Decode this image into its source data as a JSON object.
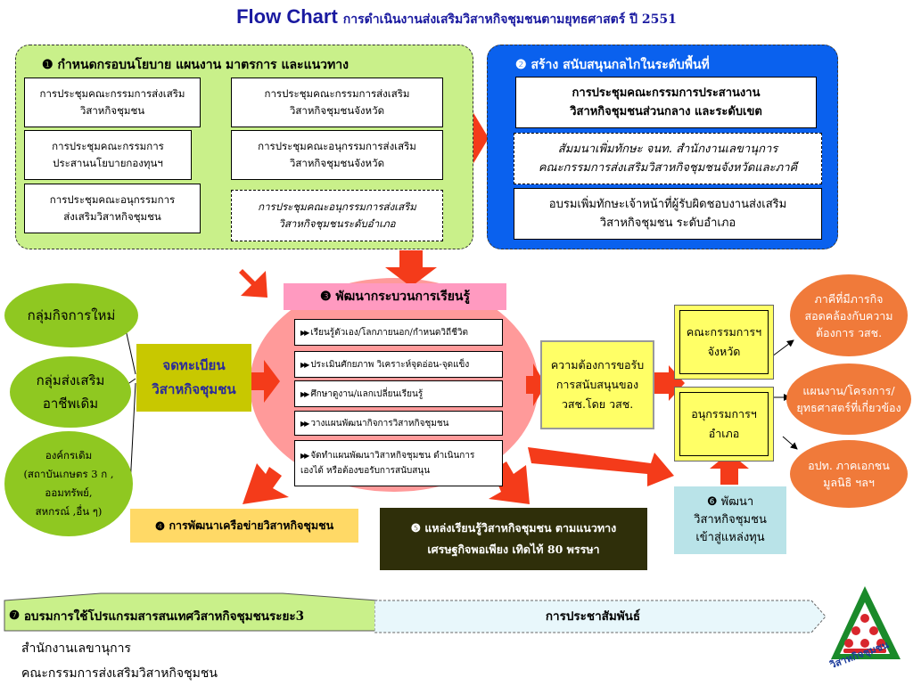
{
  "title": {
    "en": "Flow Chart",
    "th": "การดำเนินงานส่งเสริมวิสาหกิจชุมชนตามยุทธศาสตร์ ปี 2551"
  },
  "panel1": {
    "number": "❶",
    "title": "กำหนดกรอบนโยบาย แผนงาน มาตรการ และแนวทาง",
    "left": [
      {
        "l1": "การประชุมคณะกรรมการส่งเสริม",
        "l2": "วิสาหกิจชุมชน"
      },
      {
        "l1": "การประชุมคณะกรรมการ",
        "l2": "ประสานนโยบายกองทุนฯ"
      },
      {
        "l1": "การประชุมคณะอนุกรรมการ",
        "l2": "ส่งเสริมวิสาหกิจชุมชน"
      }
    ],
    "right": [
      {
        "l1": "การประชุมคณะกรรมการส่งเสริม",
        "l2": "วิสาหกิจชุมชนจังหวัด"
      },
      {
        "l1": "การประชุมคณะอนุกรรมการส่งเสริม",
        "l2": "วิสาหกิจชุมชนจังหวัด"
      },
      {
        "l1": "การประชุมคณะอนุกรรมการส่งเสริม",
        "l2": "วิสาหกิจชุมชนระดับอำเภอ"
      }
    ]
  },
  "panel2": {
    "number": "❷",
    "title": "สร้าง สนับสนุนกลไกในระดับพื้นที่",
    "boxes": [
      {
        "l1": "การประชุมคณะกรรมการประสานงาน",
        "l2": "วิสาหกิจชุมชนส่วนกลาง และระดับเขต"
      },
      {
        "l1": "สัมมนาเพิ่มทักษะ จนท. สำนักงานเลขานุการ",
        "l2": "คณะกรรมการส่งเสริมวิสาหกิจชุมชนจังหวัดและภาคี"
      },
      {
        "l1": "อบรมเพิ่มทักษะเจ้าหน้าที่ผู้รับผิดชอบงานส่งเสริม",
        "l2": "วิสาหกิจชุมชน ระดับอำเภอ"
      }
    ]
  },
  "left_ovals": [
    {
      "l1": "กลุ่มกิจการใหม่"
    },
    {
      "l1": "กลุ่มส่งเสริม",
      "l2": "อาชีพเดิม"
    },
    {
      "l1": "องค์กรเดิม",
      "l2": "(สถาบันเกษตร 3 ก ,",
      "l3": "ออมทรัพย์,",
      "l4": "สหกรณ์ ,อื่น ๆ)"
    }
  ],
  "register": {
    "l1": "จดทะเบียน",
    "l2": "วิสาหกิจชุมชน"
  },
  "step3": {
    "number": "❸",
    "title": "พัฒนากระบวนการเรียนรู้",
    "items": [
      "เรียนรู้ตัวเอง/โลกภายนอก/กำหนดวิถีชีวิต",
      "ประเมินศักยภาพ วิเคราะห์จุดอ่อน-จุดแข็ง",
      "ศึกษาดูงาน/แลกเปลี่ยนเรียนรู้",
      "วางแผนพัฒนากิจการวิสาหกิจชุมชน"
    ],
    "last_l1": "จัดทำแผนพัฒนาวิสาหกิจชุมชน ดำเนินการ",
    "last_l2": "เองได้ หรือต้องขอรับการสนับสนุน"
  },
  "needs": {
    "l1": "ความต้องการขอรับ",
    "l2": "การสนับสนุนของ",
    "l3": "วสช.โดย วสช."
  },
  "province": {
    "l1": "คณะกรรมการฯ",
    "l2": "จังหวัด"
  },
  "district": {
    "l1": "อนุกรรมการฯ",
    "l2": "อำเภอ"
  },
  "right_ovals": [
    {
      "l1": "ภาคีที่มีภารกิจ",
      "l2": "สอดคล้องกับความ",
      "l3": "ต้องการ วสช."
    },
    {
      "l1": "แผนงาน/โครงการ/",
      "l2": "ยุทธศาสตร์ที่เกี่ยวข้อง"
    },
    {
      "l1": "อปท. ภาคเอกชน",
      "l2": "มูลนิธิ ฯลฯ"
    }
  ],
  "step4": {
    "number": "❹",
    "label": "การพัฒนาเครือข่ายวิสาหกิจชุมชน"
  },
  "step5": {
    "number": "❺",
    "l1": "แหล่งเรียนรู้วิสาหกิจชุมชน ตามแนวทาง",
    "l2": "เศรษฐกิจพอเพียง เทิดไท้ 80 พรรษา"
  },
  "step6": {
    "number": "❻",
    "l1": "พัฒนา",
    "l2": "วิสาหกิจชุมชน",
    "l3": "เข้าสู่แหล่งทุน"
  },
  "step7": {
    "number": "❼",
    "label": "อบรมการใช้โปรแกรมสารสนเทศวิสาหกิจชุมชนระยะ3"
  },
  "pr": {
    "label": "การประชาสัมพันธ์"
  },
  "footer": {
    "l1": "สำนักงานเลขานุการ",
    "l2": "คณะกรรมการส่งเสริมวิสาหกิจชุมชน"
  },
  "logo": {
    "text": "วิสาหกิจชุมชน"
  },
  "colors": {
    "arrow": "#f43b1a",
    "panel1": "#c9f08a",
    "panel2": "#0a61ee",
    "green_oval": "#8fc821",
    "orange_oval": "#f07a3a",
    "yellow": "#ffff66",
    "step5": "#2f2f0a",
    "step6": "#b9e3e8",
    "step3_band": "#ff9ac0",
    "step3_oval": "#ff9a9a"
  }
}
